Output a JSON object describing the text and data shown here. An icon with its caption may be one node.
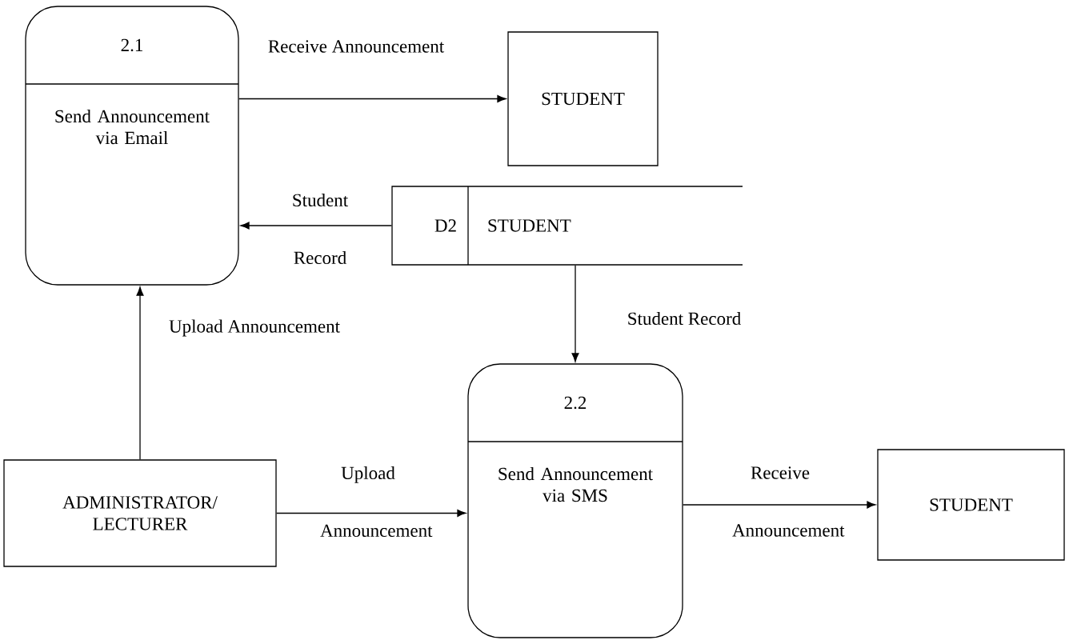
{
  "diagram": {
    "nodes": [
      {
        "text": [
          "2.1",
          "Send Announcement via Email"
        ]
      },
      {
        "text": [
          "STUDENT"
        ]
      },
      {
        "text": [
          "D2",
          "STUDENT"
        ]
      },
      {
        "text": [
          "ADMINISTRATOR/ LECTURER"
        ]
      },
      {
        "text": [
          "2.2",
          "Send Announcement via SMS"
        ]
      },
      {
        "text": [
          "STUDENT"
        ]
      }
    ],
    "edges": [
      {
        "from": 0,
        "to": 1,
        "arrow": "to",
        "label": "Receive Announcement"
      },
      {
        "from": 2,
        "to": 0,
        "arrow": "to",
        "label": "Student Record"
      },
      {
        "from": 3,
        "to": 0,
        "arrow": "to",
        "label": "Upload Announcement"
      },
      {
        "from": 2,
        "to": 4,
        "arrow": "to",
        "label": "Student Record"
      },
      {
        "from": 3,
        "to": 4,
        "arrow": "to",
        "label": "Upload Announcement"
      },
      {
        "from": 4,
        "to": 5,
        "arrow": "to",
        "label": "Receive Announcement"
      }
    ]
  }
}
